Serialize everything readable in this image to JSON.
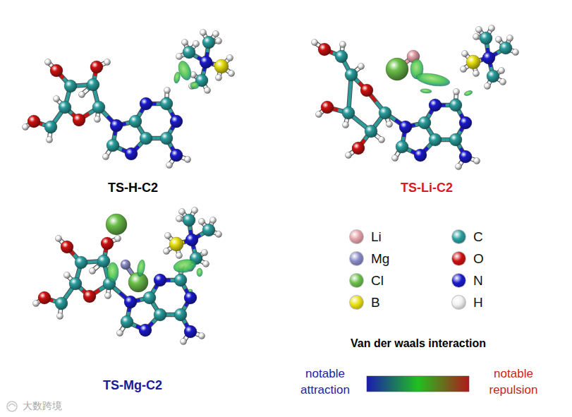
{
  "diagram": {
    "labels": [
      "TS-H-C2",
      "TS-Li-C2",
      "TS-Mg-C2",
      "Van der waals interaction",
      "notable attraction",
      "notable repulsion",
      "大数跨境"
    ],
    "legend": [
      {
        "text": "Li",
        "color": "#e3a0a8"
      },
      {
        "text": "Mg",
        "color": "#8a8ac8"
      },
      {
        "text": "Cl",
        "color": "#6cc04a"
      },
      {
        "text": "B",
        "color": "#e8e010"
      },
      {
        "text": "C",
        "color": "#2a9d9d"
      },
      {
        "text": "O",
        "color": "#cc1111"
      },
      {
        "text": "N",
        "color": "#1a1acc"
      },
      {
        "text": "H",
        "color": "#f2f2f2"
      }
    ]
  }
}
